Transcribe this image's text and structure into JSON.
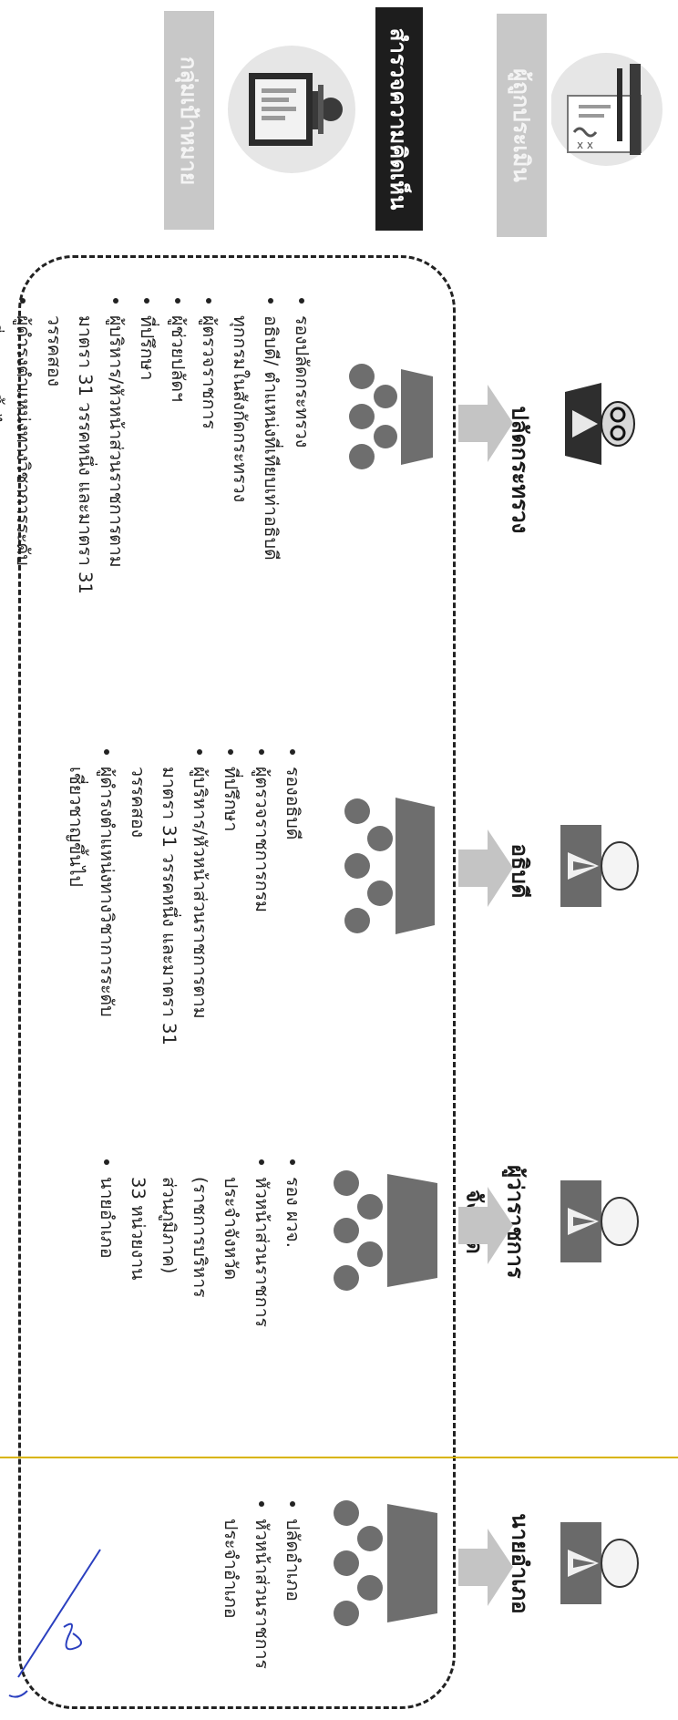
{
  "banners": {
    "target_group": "กลุ่มเป้าหมาย",
    "opinion_survey": "สำรวจความคิดเห็น",
    "assessor": "ผู้ถูกประเมิน"
  },
  "columns": [
    {
      "label": "ปลัดกระทรวง",
      "items": [
        "รองปลัดกระทรวง",
        "อธิบดี/ ตำแหน่งที่เทียบเท่าอธิบดี",
        "ทุกกรมในสังกัดกระทรวง",
        "ผู้ตรวจราชการ",
        "ผู้ช่วยปลัดฯ",
        "ที่ปรึกษา",
        "ผู้บริหาร/หัวหน้าส่วนราชการตาม",
        "มาตรา 31 วรรคหนึ่ง และมาตรา 31",
        "วรรคสอง",
        "ผู้ดำรงตำแหน่งทางวิชาการระดับ",
        "เชี่ยวชาญขึ้นไป"
      ]
    },
    {
      "label": "อธิบดี",
      "items": [
        "รองอธิบดี",
        "ผู้ตรวจราชการกรม",
        "ที่ปรึกษา",
        "ผู้บริหาร/หัวหน้าส่วนราชการตาม",
        "มาตรา 31 วรรคหนึ่ง และมาตรา 31",
        "วรรคสอง",
        "ผู้ดำรงตำแหน่งทางวิชาการระดับ",
        "เชี่ยวชาญขึ้นไป"
      ]
    },
    {
      "label_line1": "ผู้ว่าราชการ",
      "label_line2": "จังหวัด",
      "items": [
        "รอง ผวจ.",
        "หัวหน้าส่วนราชการ",
        "ประจำจังหวัด",
        "(ราชการบริหาร",
        "ส่วนภูมิภาค)",
        "33 หน่วยงาน",
        "นายอำเภอ"
      ]
    },
    {
      "label": "นายอำเภอ",
      "items": [
        "ปลัดอำเภอ",
        "หัวหน้าส่วนราชการ",
        "ประจำอำเภอ"
      ]
    }
  ],
  "colors": {
    "banner_gray": "#c8c8c8",
    "banner_dark": "#1d1d1d",
    "arrow_gray": "#c4c4c4",
    "people_dark": "#6e6e6e",
    "signature_blue": "#2a3fbf",
    "yellow_line": "#d9b400"
  },
  "icons": [
    "target-group-illustration",
    "assessor-illustration",
    "executive-glasses-icon",
    "executive-silhouette-icon",
    "people-group-icon",
    "right-arrow-icon",
    "signature-mark"
  ]
}
